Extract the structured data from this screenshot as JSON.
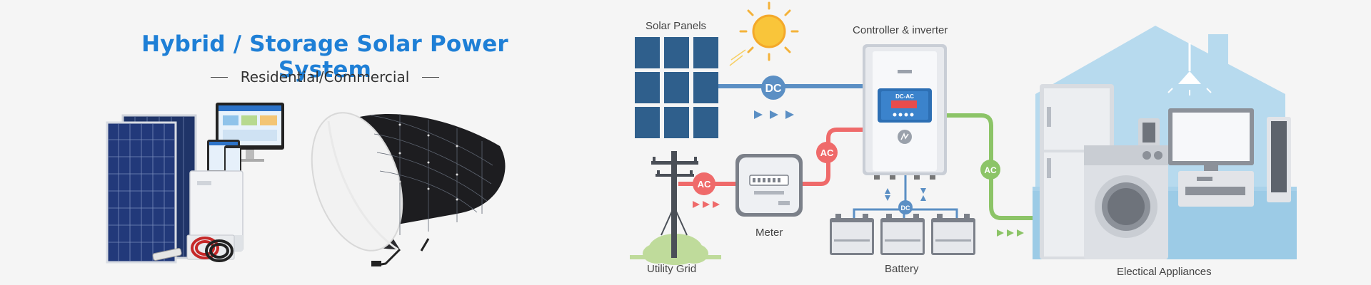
{
  "header": {
    "title": "Hybrid / Storage Solar Power System",
    "subtitle": "Residential/Commercial"
  },
  "diagram": {
    "labels": {
      "solar_panels": "Solar Panels",
      "controller": "Controller & inverter",
      "meter": "Meter",
      "utility_grid": "Utility Grid",
      "battery": "Battery",
      "appliances": "Electical Appliances"
    },
    "badges": {
      "dc": "DC",
      "ac": "AC",
      "dc_small": "DC",
      "inverter_screen": "DC-AC"
    }
  },
  "colors": {
    "title_blue": "#1e7fd6",
    "dc_blue": "#5b8fc4",
    "ac_red": "#ef6a6a",
    "ac_green": "#8cc467",
    "house_blue": "#a9d2ea",
    "panel_blue": "#2f5f8c"
  }
}
